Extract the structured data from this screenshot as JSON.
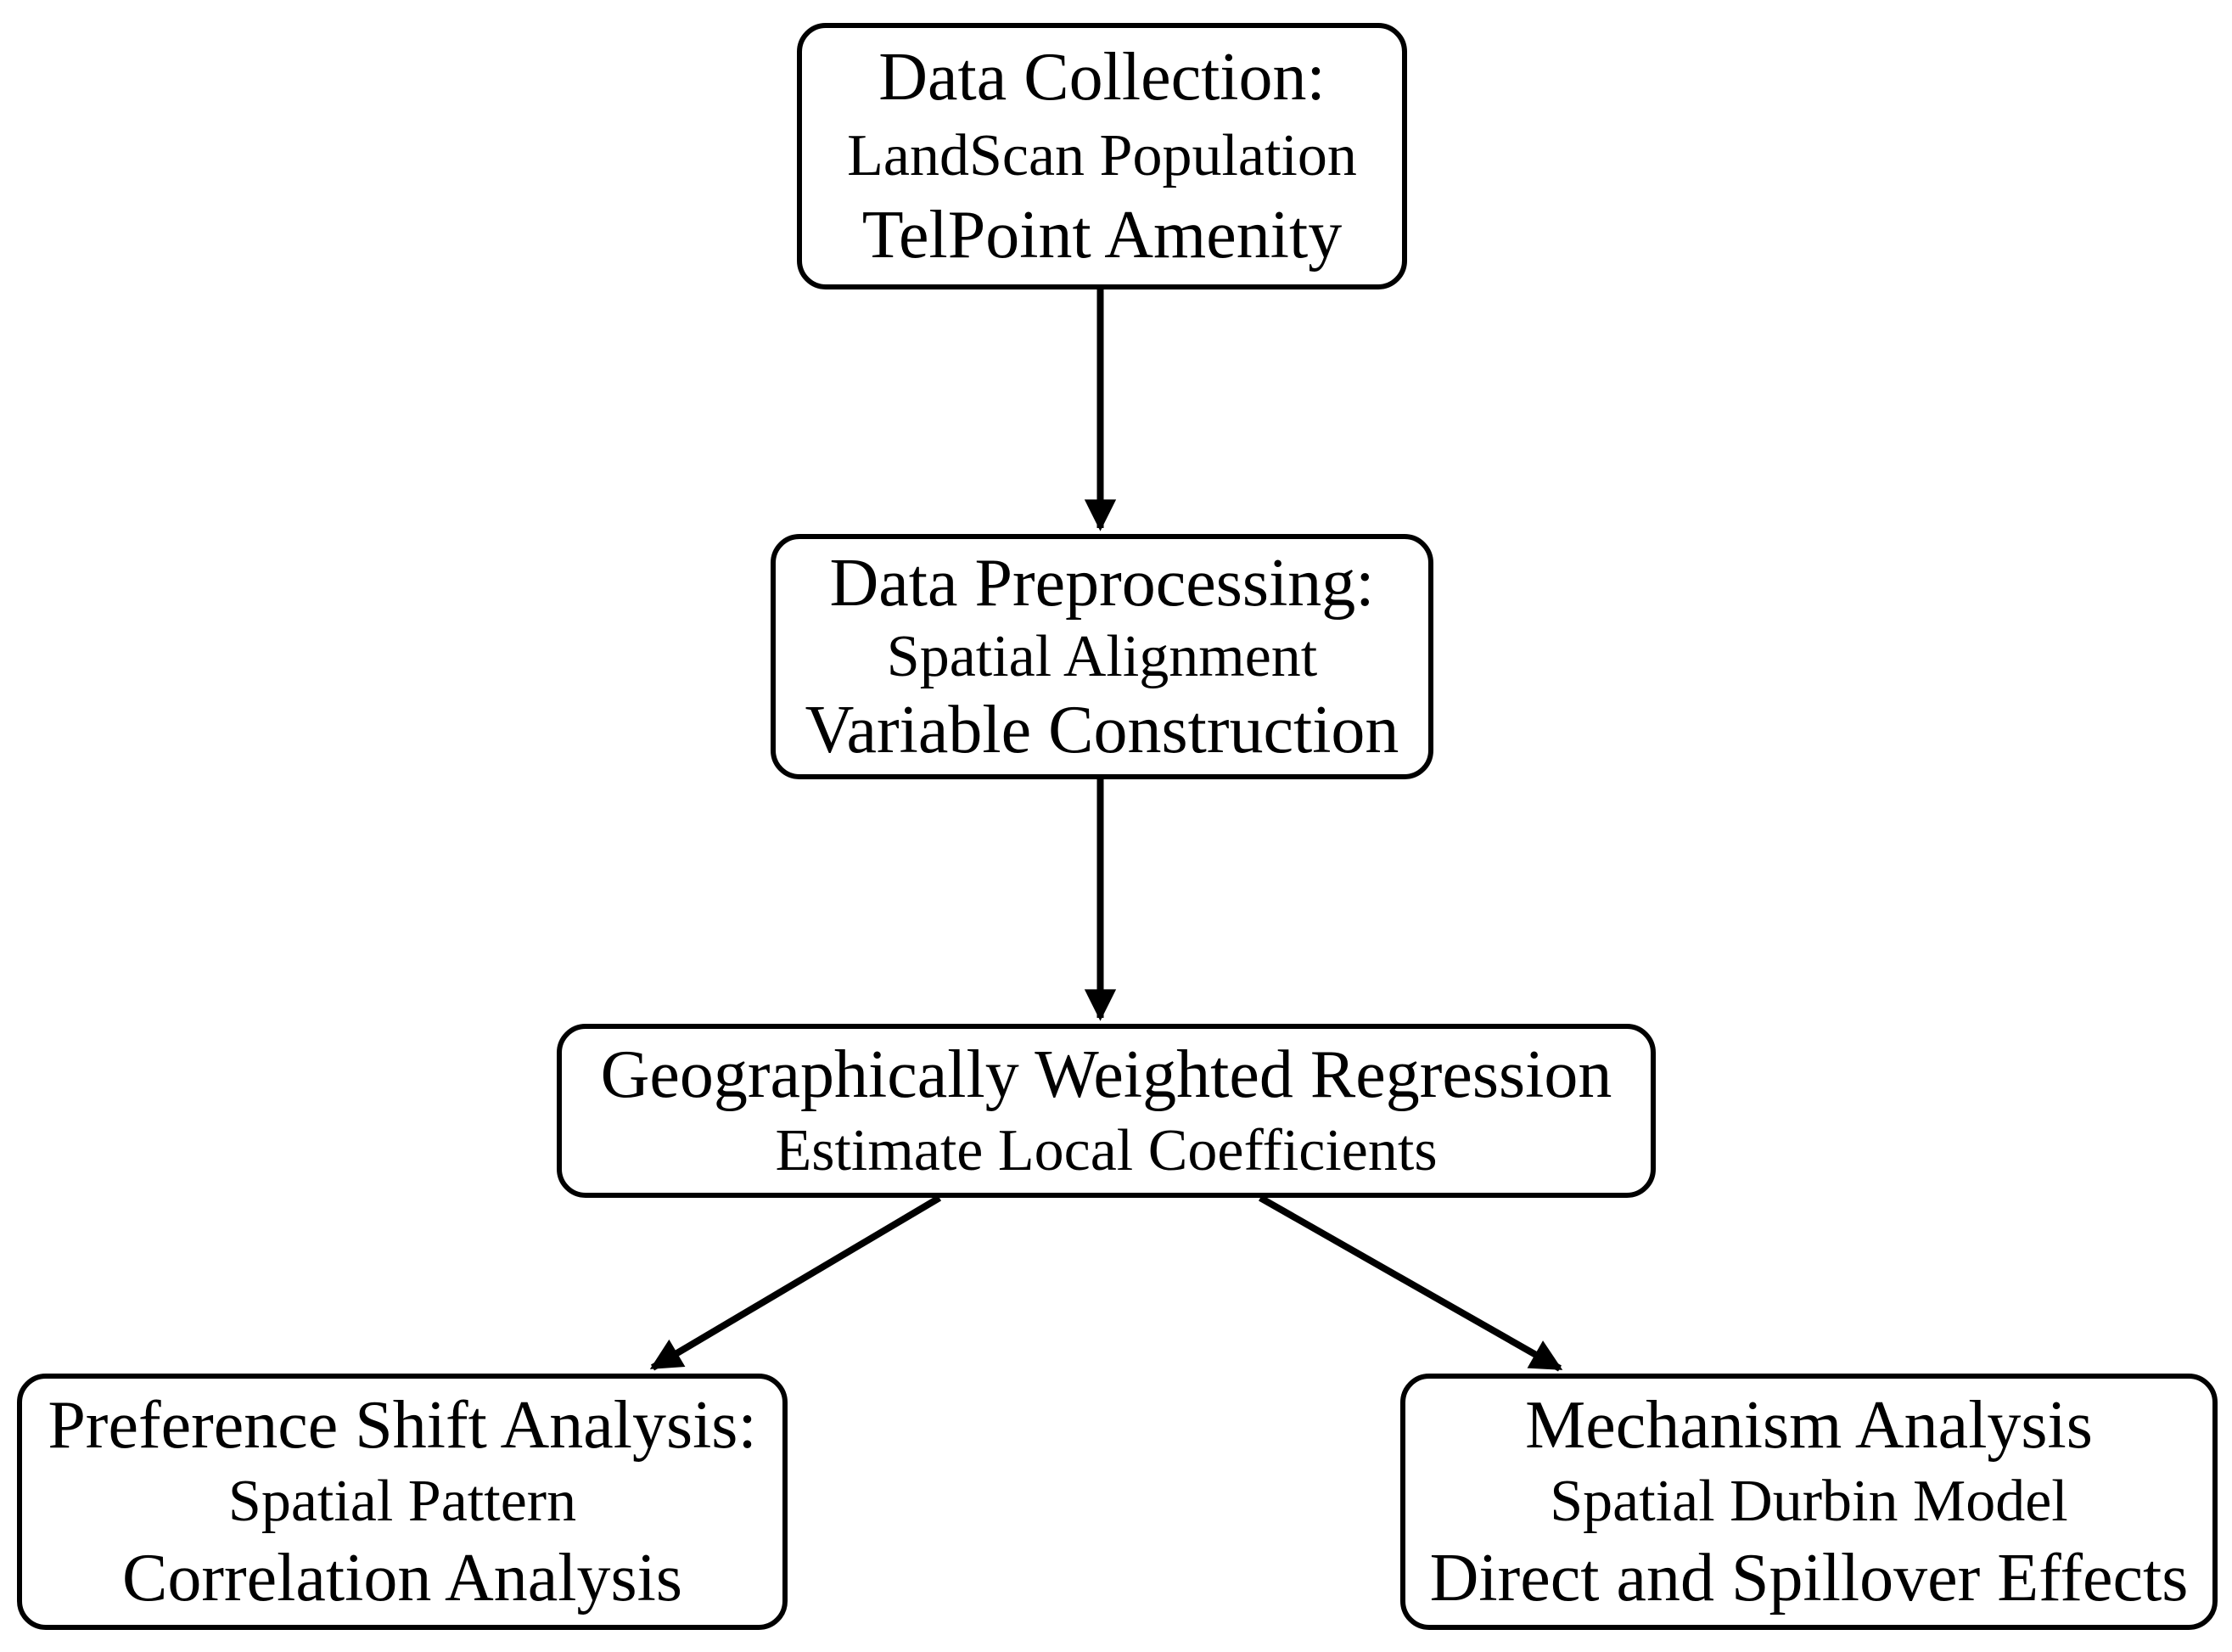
{
  "diagram": {
    "type": "flowchart",
    "colors": {
      "stroke": "#000000",
      "text": "#000000",
      "background": "#ffffff"
    },
    "nodes": [
      {
        "id": "data-collection",
        "lines": [
          "Data Collection:",
          "LandScan Population",
          "TelPoint Amenity"
        ]
      },
      {
        "id": "data-preprocessing",
        "lines": [
          "Data Preprocessing:",
          "Spatial Alignment",
          "Variable Construction"
        ]
      },
      {
        "id": "geographically-weighted-regression",
        "lines": [
          "Geographically Weighted Regression",
          "Estimate Local Coefficients"
        ]
      },
      {
        "id": "preference-shift-analysis",
        "lines": [
          "Preference Shift Analysis:",
          "Spatial Pattern",
          "Correlation Analysis"
        ]
      },
      {
        "id": "mechanism-analysis",
        "lines": [
          "Mechanism Analysis",
          "Spatial Durbin Model",
          "Direct and Spillover Effects"
        ]
      }
    ],
    "edges": [
      {
        "from": "data-collection",
        "to": "data-preprocessing",
        "direction": "down"
      },
      {
        "from": "data-preprocessing",
        "to": "geographically-weighted-regression",
        "direction": "down"
      },
      {
        "from": "geographically-weighted-regression",
        "to": "preference-shift-analysis",
        "direction": "down-left"
      },
      {
        "from": "geographically-weighted-regression",
        "to": "mechanism-analysis",
        "direction": "down-right"
      }
    ]
  }
}
